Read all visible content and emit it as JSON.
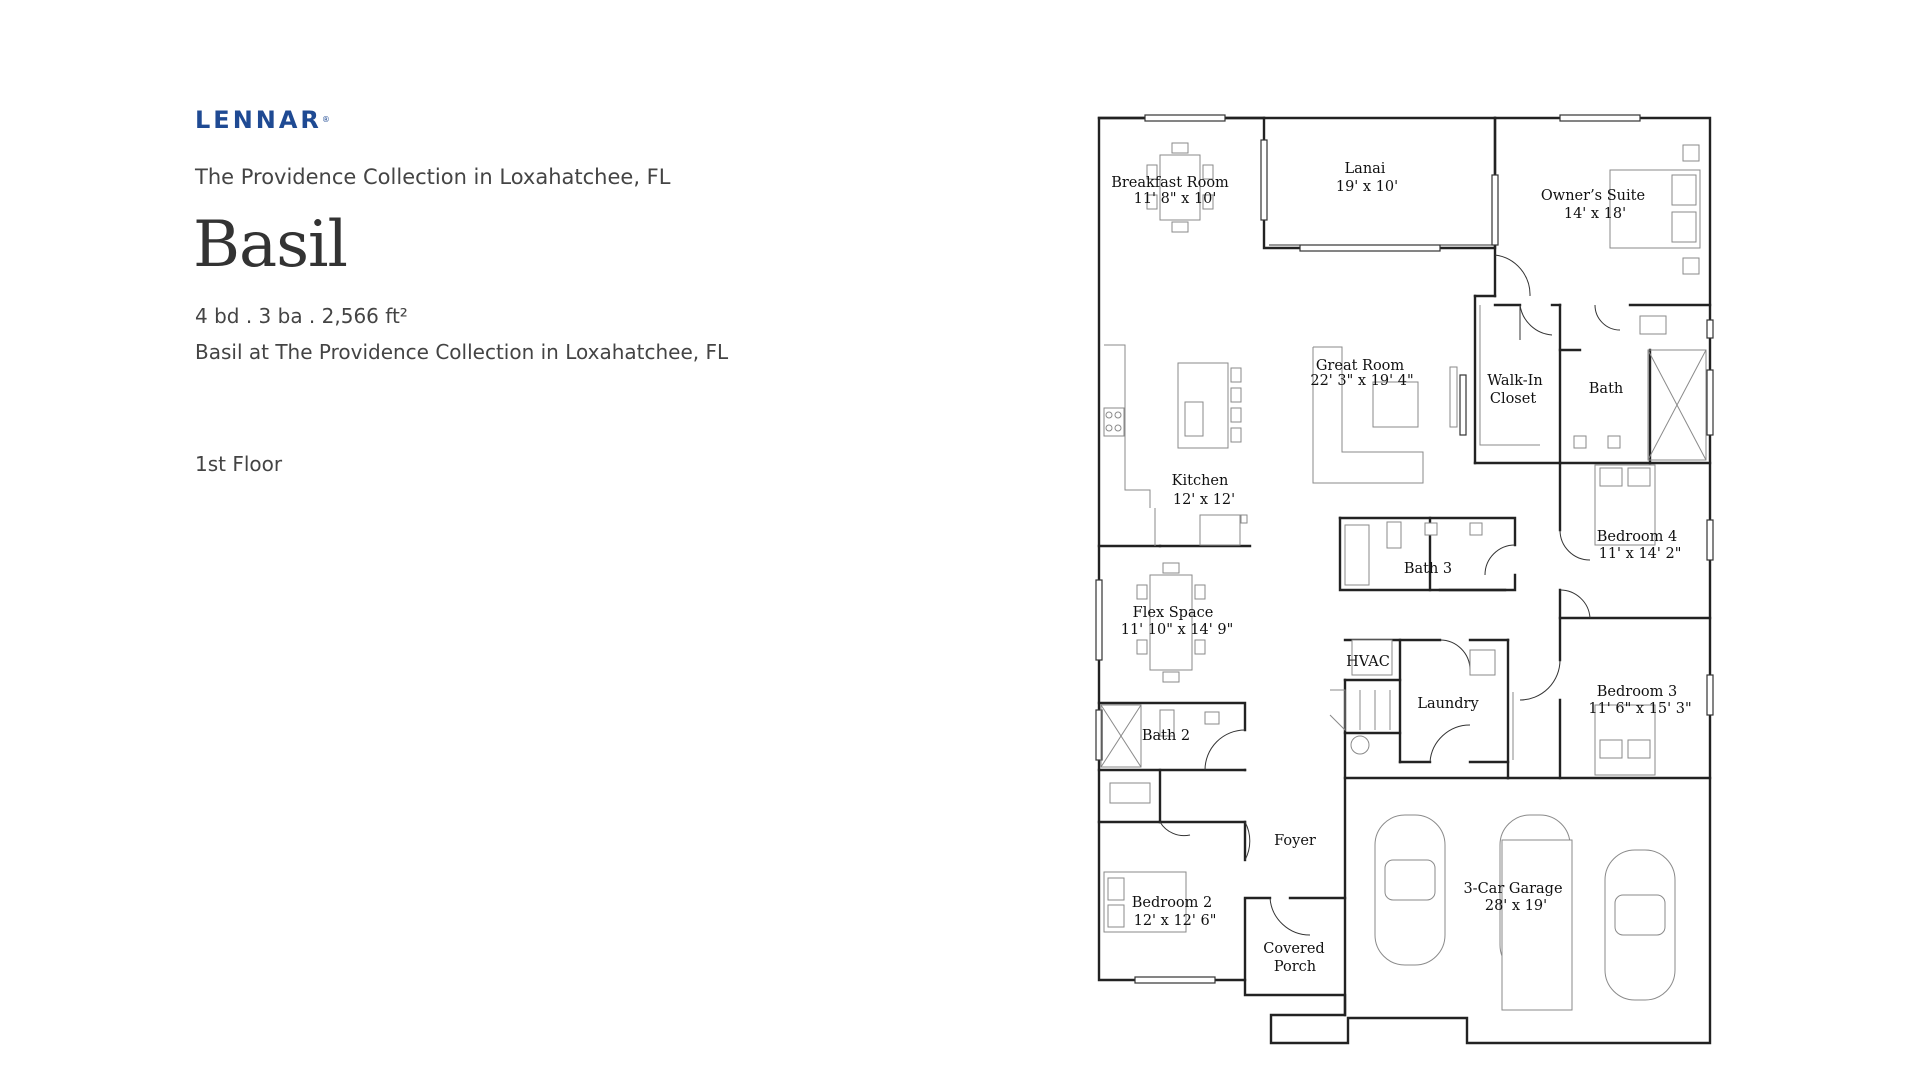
{
  "brand": {
    "logo_text": "LENNAR",
    "logo_mark": "®",
    "color": "#1f4a93"
  },
  "community": "The Providence Collection in Loxahatchee, FL",
  "plan_name": "Basil",
  "stats": "4 bd . 3 ba . 2,566 ft²",
  "description": "Basil at The Providence Collection in Loxahatchee, FL",
  "floor_label": "1st Floor",
  "rooms": {
    "breakfast": {
      "name": "Breakfast Room",
      "dims": "11' 8\" x 10'"
    },
    "lanai": {
      "name": "Lanai",
      "dims": "19' x 10'"
    },
    "owners": {
      "name": "Owner’s Suite",
      "dims": "14' x 18'"
    },
    "great": {
      "name": "Great Room",
      "dims": "22' 3\" x 19' 4\""
    },
    "walkin": {
      "name1": "Walk-In",
      "name2": "Closet"
    },
    "bath": {
      "name": "Bath"
    },
    "kitchen": {
      "name": "Kitchen",
      "dims": "12' x 12'"
    },
    "bed4": {
      "name": "Bedroom 4",
      "dims": "11' x 14' 2\""
    },
    "bath3": {
      "name": "Bath 3"
    },
    "flex": {
      "name": "Flex Space",
      "dims": "11' 10\" x 14' 9\""
    },
    "hvac": {
      "name": "HVAC"
    },
    "laundry": {
      "name": "Laundry"
    },
    "bed3": {
      "name": "Bedroom 3",
      "dims": "11' 6\" x 15' 3\""
    },
    "bath2": {
      "name": "Bath 2"
    },
    "foyer": {
      "name": "Foyer"
    },
    "garage": {
      "name": "3-Car Garage",
      "dims": "28' x 19'"
    },
    "bed2": {
      "name": "Bedroom 2",
      "dims": "12' x 12' 6\""
    },
    "porch": {
      "name1": "Covered",
      "name2": "Porch"
    }
  }
}
